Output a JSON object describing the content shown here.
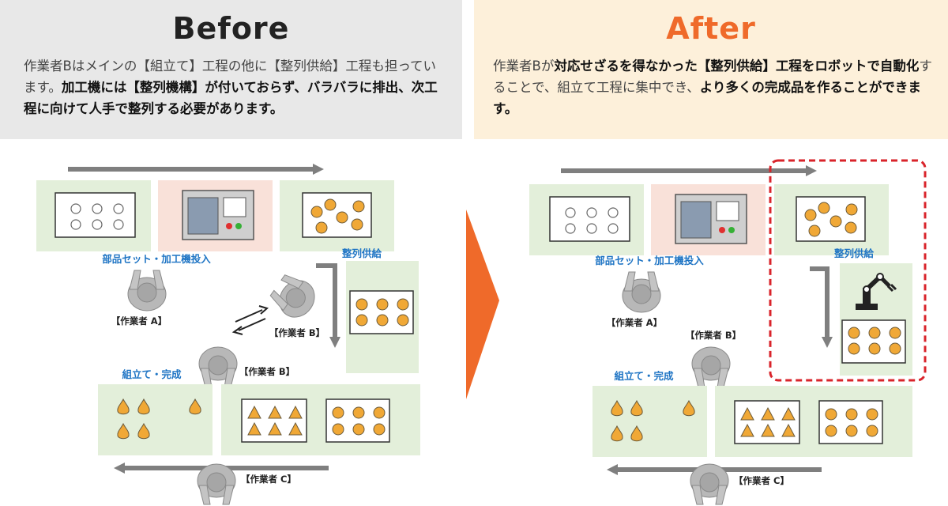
{
  "before": {
    "title": "Before",
    "desc": [
      {
        "t": "作業者Bはメインの【組立て】工程の他に【整列供給】工程も担っています。",
        "b": false
      },
      {
        "t": "加工機には【整列機構】が付いておらず、バラバラに排出、次工程に向けて人手で整列する必要があります。",
        "b": true
      }
    ],
    "labels": {
      "parts_set": "部品セット・加工機投入",
      "align_supply": "整列供給",
      "assembly": "組立て・完成",
      "worker_a": "【作業者 A】",
      "worker_b1": "【作業者 B】",
      "worker_b2": "【作業者 B】",
      "worker_c": "【作業者 C】"
    }
  },
  "after": {
    "title": "After",
    "desc": [
      {
        "t": "作業者Bが",
        "b": false
      },
      {
        "t": "対応せざるを得なかった【整列供給】工程をロボットで自動化",
        "b": true
      },
      {
        "t": "することで、組立て工程に集中でき、",
        "b": false
      },
      {
        "t": "より多くの完成品を作ることができます。",
        "b": true
      }
    ],
    "labels": {
      "parts_set": "部品セット・加工機投入",
      "align_supply": "整列供給",
      "assembly": "組立て・完成",
      "worker_a": "【作業者 A】",
      "worker_b": "【作業者 B】",
      "worker_c": "【作業者 C】"
    }
  },
  "colors": {
    "green_zone": "#e3efda",
    "pink_zone": "#f9e1d9",
    "orange_part": "#f0a836",
    "arrow_gray": "#7f7f7f",
    "accent_orange": "#ef6a2a",
    "highlight_red": "#d9242b",
    "label_blue": "#1e74c4"
  }
}
